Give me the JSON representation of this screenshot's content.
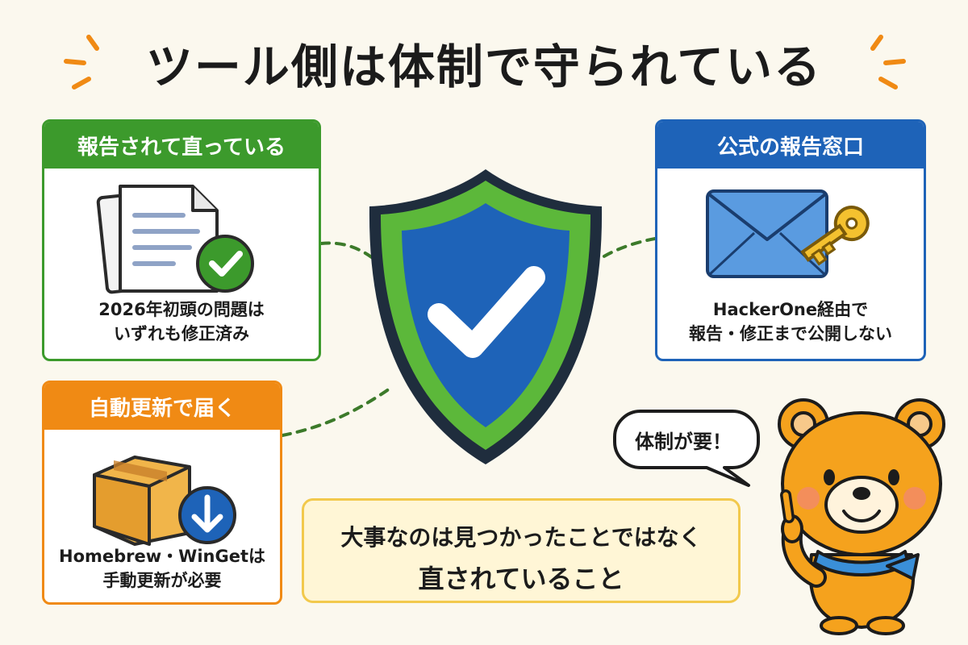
{
  "title": "ツール側は体制で守られている",
  "cards": {
    "reported": {
      "title": "報告されて直っている",
      "lines": [
        "2026年初頭の問題は",
        "いずれも修正済み"
      ],
      "color": "#3c9a2c"
    },
    "contact": {
      "title": "公式の報告窓口",
      "lines": [
        "HackerOne経由で",
        "報告・修正まで公開しない"
      ],
      "color": "#1e63b8"
    },
    "update": {
      "title": "自動更新で届く",
      "lines": [
        "Homebrew・WinGetは",
        "手動更新が必要"
      ],
      "color": "#f08a14"
    }
  },
  "message": {
    "line1": "大事なのは見つかったことではなく",
    "line2": "直されていること"
  },
  "speech": "体制が要！",
  "icons": {
    "center": "shield-check-icon",
    "reported": "document-check-icon",
    "contact": "envelope-key-icon",
    "update": "package-download-icon",
    "mascot": "bear-mascot"
  },
  "colors": {
    "green": "#3c9a2c",
    "blue": "#1e63b8",
    "orange": "#f08a14",
    "yellow": "#f2c94c",
    "background": "#fbf8ee"
  }
}
